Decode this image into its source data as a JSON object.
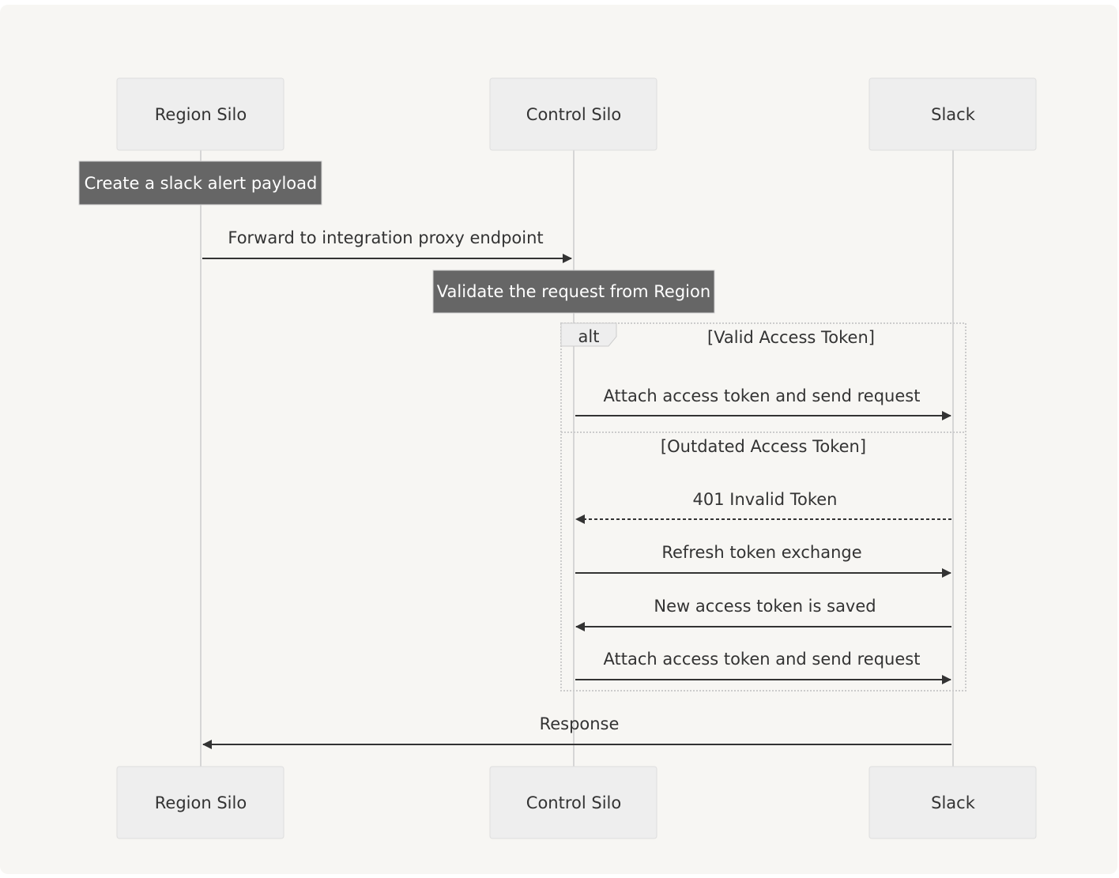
{
  "actors": [
    {
      "id": "region",
      "label": "Region Silo"
    },
    {
      "id": "control",
      "label": "Control Silo"
    },
    {
      "id": "slack",
      "label": "Slack"
    }
  ],
  "notes": [
    {
      "over": "region",
      "text": "Create a slack alert payload"
    },
    {
      "over": "control",
      "text": "Validate the request from Region"
    }
  ],
  "messages": [
    {
      "from": "region",
      "to": "control",
      "text": "Forward to integration proxy endpoint",
      "style": "solid"
    },
    {
      "from": "control",
      "to": "slack",
      "text": "Attach access token and send request",
      "style": "solid"
    },
    {
      "from": "slack",
      "to": "control",
      "text": "401 Invalid Token",
      "style": "dotted"
    },
    {
      "from": "control",
      "to": "slack",
      "text": "Refresh token exchange",
      "style": "solid"
    },
    {
      "from": "slack",
      "to": "control",
      "text": "New access token is saved",
      "style": "solid"
    },
    {
      "from": "control",
      "to": "slack",
      "text": "Attach access token and send request",
      "style": "solid"
    },
    {
      "from": "slack",
      "to": "region",
      "text": "Response",
      "style": "solid"
    }
  ],
  "alt_frame": {
    "keyword": "alt",
    "branches": [
      {
        "condition": "[Valid Access Token]"
      },
      {
        "condition": "[Outdated Access Token]"
      }
    ]
  }
}
